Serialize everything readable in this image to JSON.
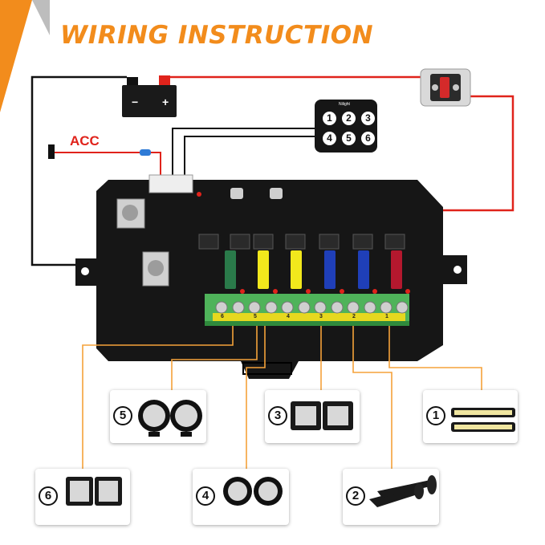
{
  "title": "WIRING INSTRUCTION",
  "acc_label": "ACC",
  "battery": {
    "neg_label": "−",
    "pos_label": "+"
  },
  "controller": {
    "brand": "Nilight",
    "keys": [
      "1",
      "2",
      "3",
      "4",
      "5",
      "6"
    ]
  },
  "fuse_labels": [
    "6",
    "5",
    "4",
    "3",
    "2",
    "1"
  ],
  "outputs": [
    {
      "number": "1",
      "device": "led-light-bars"
    },
    {
      "number": "2",
      "device": "air-horn"
    },
    {
      "number": "3",
      "device": "cube-pod-lights"
    },
    {
      "number": "4",
      "device": "round-pod-lights"
    },
    {
      "number": "5",
      "device": "round-driving-lights"
    },
    {
      "number": "6",
      "device": "square-pod-lights"
    }
  ],
  "colors": {
    "accent": "#f28c1c",
    "wire_red": "#e0231b",
    "wire_black": "#111111",
    "lead_orange": "#f5a23a",
    "fuse_green": "#2a7a4a",
    "fuse_yellow": "#f2e81c",
    "fuse_blue": "#1f3fb8",
    "fuse_red": "#b4182e"
  }
}
